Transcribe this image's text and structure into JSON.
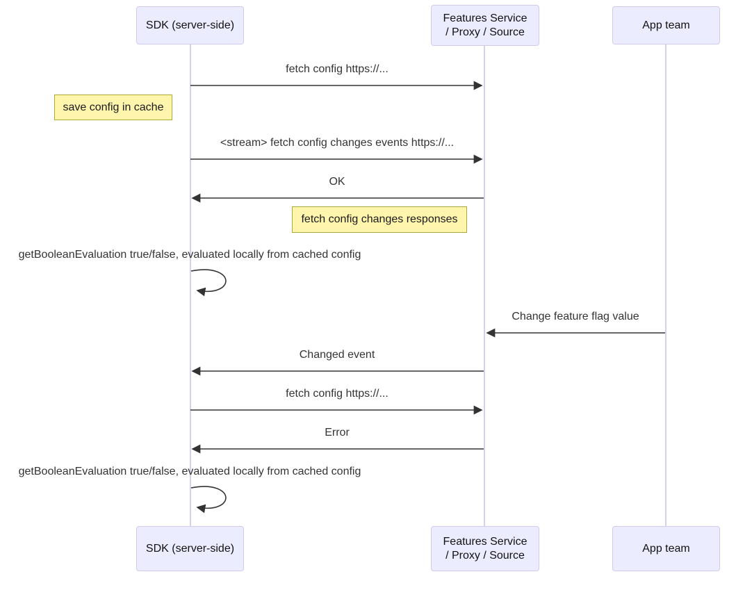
{
  "colors": {
    "background": "#ffffff",
    "actor_fill": "#ECECFF",
    "actor_border": "#D2CAEE",
    "actor_text": "#111111",
    "lifeline": "#D5D0EB",
    "note_fill": "#FFF5AD",
    "note_border": "#AAAA33",
    "arrow": "#333333",
    "message_text": "#333333"
  },
  "actors": {
    "sdk": {
      "label": "SDK (server-side)"
    },
    "features": {
      "line1": "Features Service",
      "line2": "/ Proxy / Source"
    },
    "app": {
      "label": "App team"
    }
  },
  "messages": {
    "fetch_config_1": "fetch config https://...",
    "stream_fetch_changes": "<stream> fetch config changes events https://...",
    "ok": "OK",
    "get_boolean_eval_1": "getBooleanEvaluation true/false, evaluated locally from cached config",
    "change_feature_flag": "Change feature flag value",
    "changed_event": "Changed event",
    "fetch_config_2": "fetch config https://...",
    "error": "Error",
    "get_boolean_eval_2": "getBooleanEvaluation true/false, evaluated locally from cached config"
  },
  "notes": {
    "save_config_in_cache": "save config in cache",
    "fetch_config_changes_responses": "fetch config changes responses"
  }
}
